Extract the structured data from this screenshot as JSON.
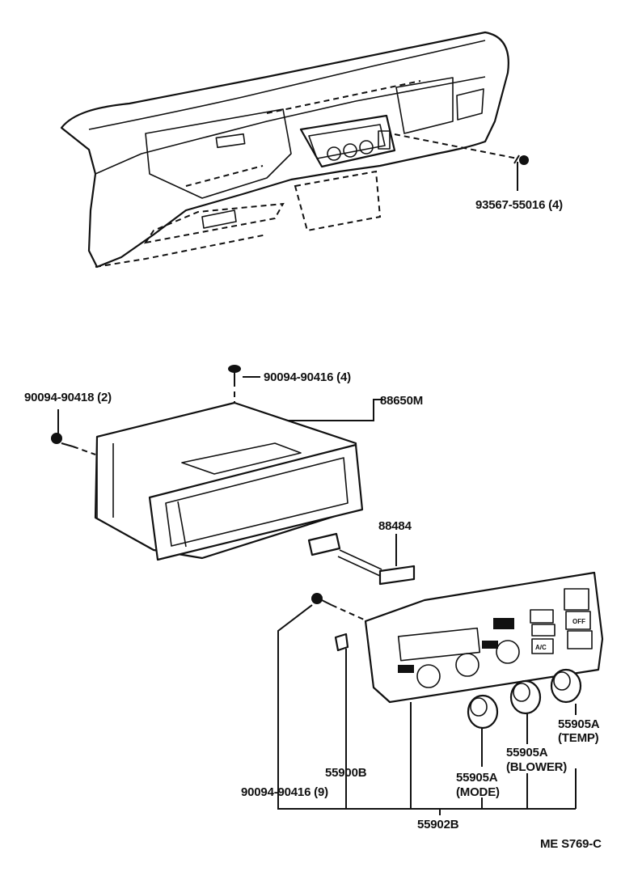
{
  "parts": {
    "screw_93567": "93567-55016 (4)",
    "screw_top": "90094-90416 (4)",
    "screw_left": "90094-90418 (2)",
    "box_88650M": "88650M",
    "harness_88484": "88484",
    "screw_bottom": "90094-90416 (9)",
    "bulb_55900B": "55900B",
    "knob_mode": "55905A",
    "knob_mode_sub": "(MODE)",
    "knob_blower": "55905A",
    "knob_blower_sub": "(BLOWER)",
    "knob_temp": "55905A",
    "knob_temp_sub": "(TEMP)",
    "panel_55902B": "55902B"
  },
  "panel_buttons": {
    "off": "OFF",
    "ac": "A/C"
  },
  "figure_code": "ME S769-C"
}
